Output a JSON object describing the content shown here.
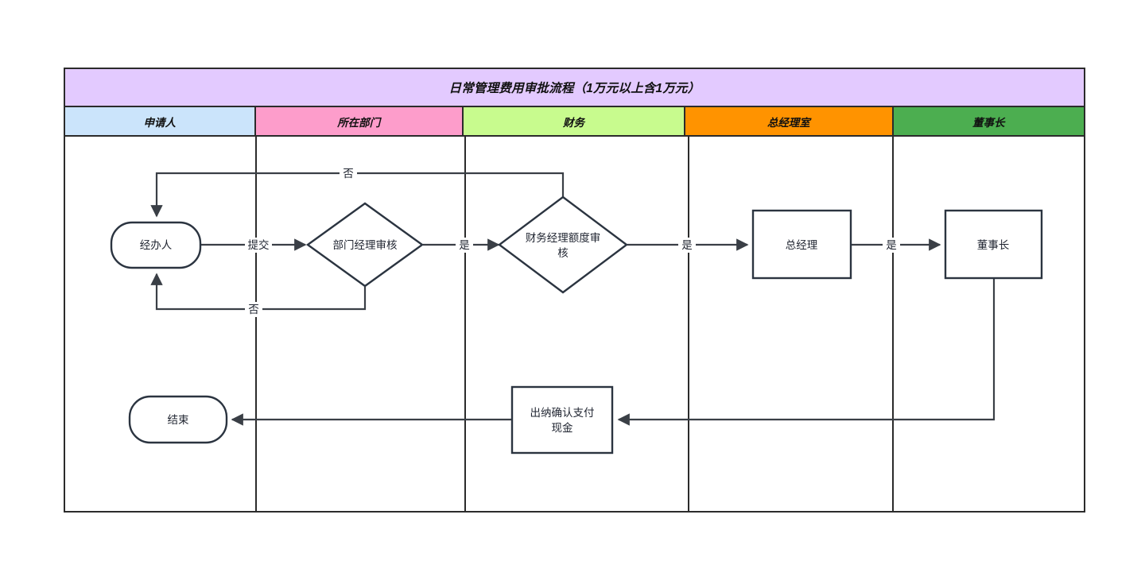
{
  "diagram": {
    "title": "日常管理费用审批流程（1万元以上含1万元）",
    "lanes": [
      {
        "id": "applicant",
        "label": "申请人",
        "color": "#cbe4fb"
      },
      {
        "id": "department",
        "label": "所在部门",
        "color": "#fd9dcb"
      },
      {
        "id": "finance",
        "label": "财务",
        "color": "#c8fb8e"
      },
      {
        "id": "gm_office",
        "label": "总经理室",
        "color": "#ff9300"
      },
      {
        "id": "chairman",
        "label": "董事长",
        "color": "#4cae50"
      }
    ],
    "title_fill": "#e3caff",
    "nodes": [
      {
        "id": "handler",
        "label": "经办人",
        "shape": "stadium",
        "lane": "applicant"
      },
      {
        "id": "dept_review",
        "label": "部门经理审核",
        "shape": "diamond",
        "lane": "department"
      },
      {
        "id": "fin_review_l1",
        "label": "财务经理额度审",
        "shape": "diamond",
        "lane": "finance"
      },
      {
        "id": "fin_review_l2",
        "label": "核",
        "shape": "diamond",
        "lane": "finance"
      },
      {
        "id": "gm",
        "label": "总经理",
        "shape": "rect",
        "lane": "gm_office"
      },
      {
        "id": "chair",
        "label": "董事长",
        "shape": "rect",
        "lane": "chairman"
      },
      {
        "id": "cashier_l1",
        "label": "出纳确认支付",
        "shape": "rect",
        "lane": "finance"
      },
      {
        "id": "cashier_l2",
        "label": "现金",
        "shape": "rect",
        "lane": "finance"
      },
      {
        "id": "end",
        "label": "结束",
        "shape": "stadium",
        "lane": "applicant"
      }
    ],
    "edges": [
      {
        "id": "submit",
        "from": "handler",
        "to": "dept_review",
        "label": "提交"
      },
      {
        "id": "dept-yes",
        "from": "dept_review",
        "to": "fin_review_l1",
        "label": "是"
      },
      {
        "id": "dept-no",
        "from": "dept_review",
        "to": "handler",
        "label": "否"
      },
      {
        "id": "fin-no",
        "from": "fin_review_l1",
        "to": "handler",
        "label": "否"
      },
      {
        "id": "fin-yes",
        "from": "fin_review_l1",
        "to": "gm",
        "label": "是"
      },
      {
        "id": "gm-yes",
        "from": "gm",
        "to": "chair",
        "label": "是"
      },
      {
        "id": "chair-to-cashier",
        "from": "chair",
        "to": "cashier_l1",
        "label": ""
      },
      {
        "id": "cashier-to-end",
        "from": "cashier_l1",
        "to": "end",
        "label": ""
      }
    ]
  }
}
